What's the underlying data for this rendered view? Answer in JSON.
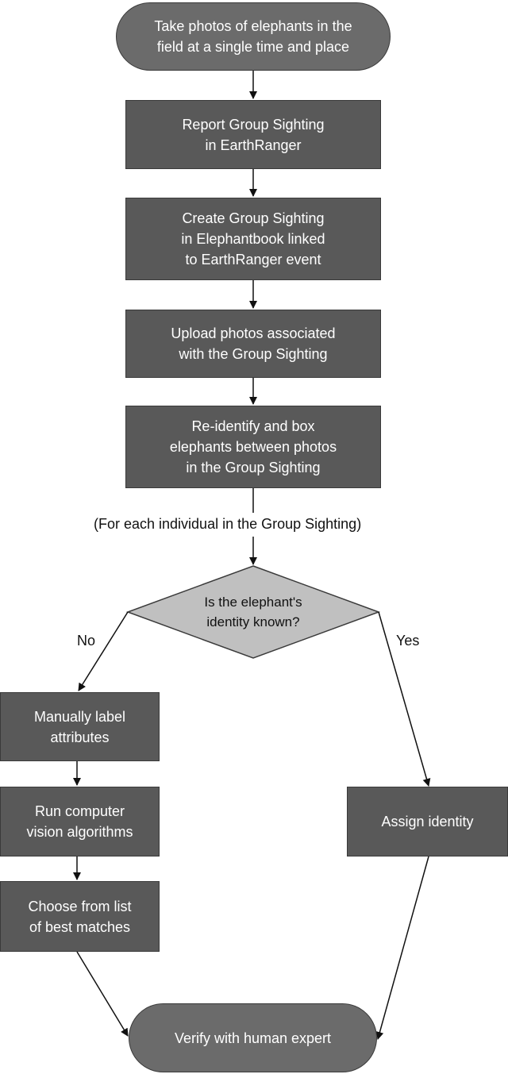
{
  "nodes": {
    "start": "Take photos of elephants in the\nfield at a single time and place",
    "report": "Report Group Sighting\nin EarthRanger",
    "create": "Create Group Sighting\nin Elephantbook linked\nto EarthRanger event",
    "upload": "Upload photos associated\nwith the Group Sighting",
    "reidentify": "Re-identify and box\nelephants between photos\nin the Group Sighting",
    "decision": "Is the elephant's\nidentity known?",
    "manual_label": "Manually label\nattributes",
    "run_cv": "Run computer\nvision algorithms",
    "choose": "Choose from list\nof best matches",
    "assign": "Assign identity",
    "verify": "Verify with human expert"
  },
  "labels": {
    "loop": "(For each individual in the Group Sighting)",
    "no": "No",
    "yes": "Yes"
  },
  "colors": {
    "box_fill": "#595959",
    "terminal_fill": "#6b6b6b",
    "decision_fill": "#c0c0c0",
    "line": "#111111"
  }
}
